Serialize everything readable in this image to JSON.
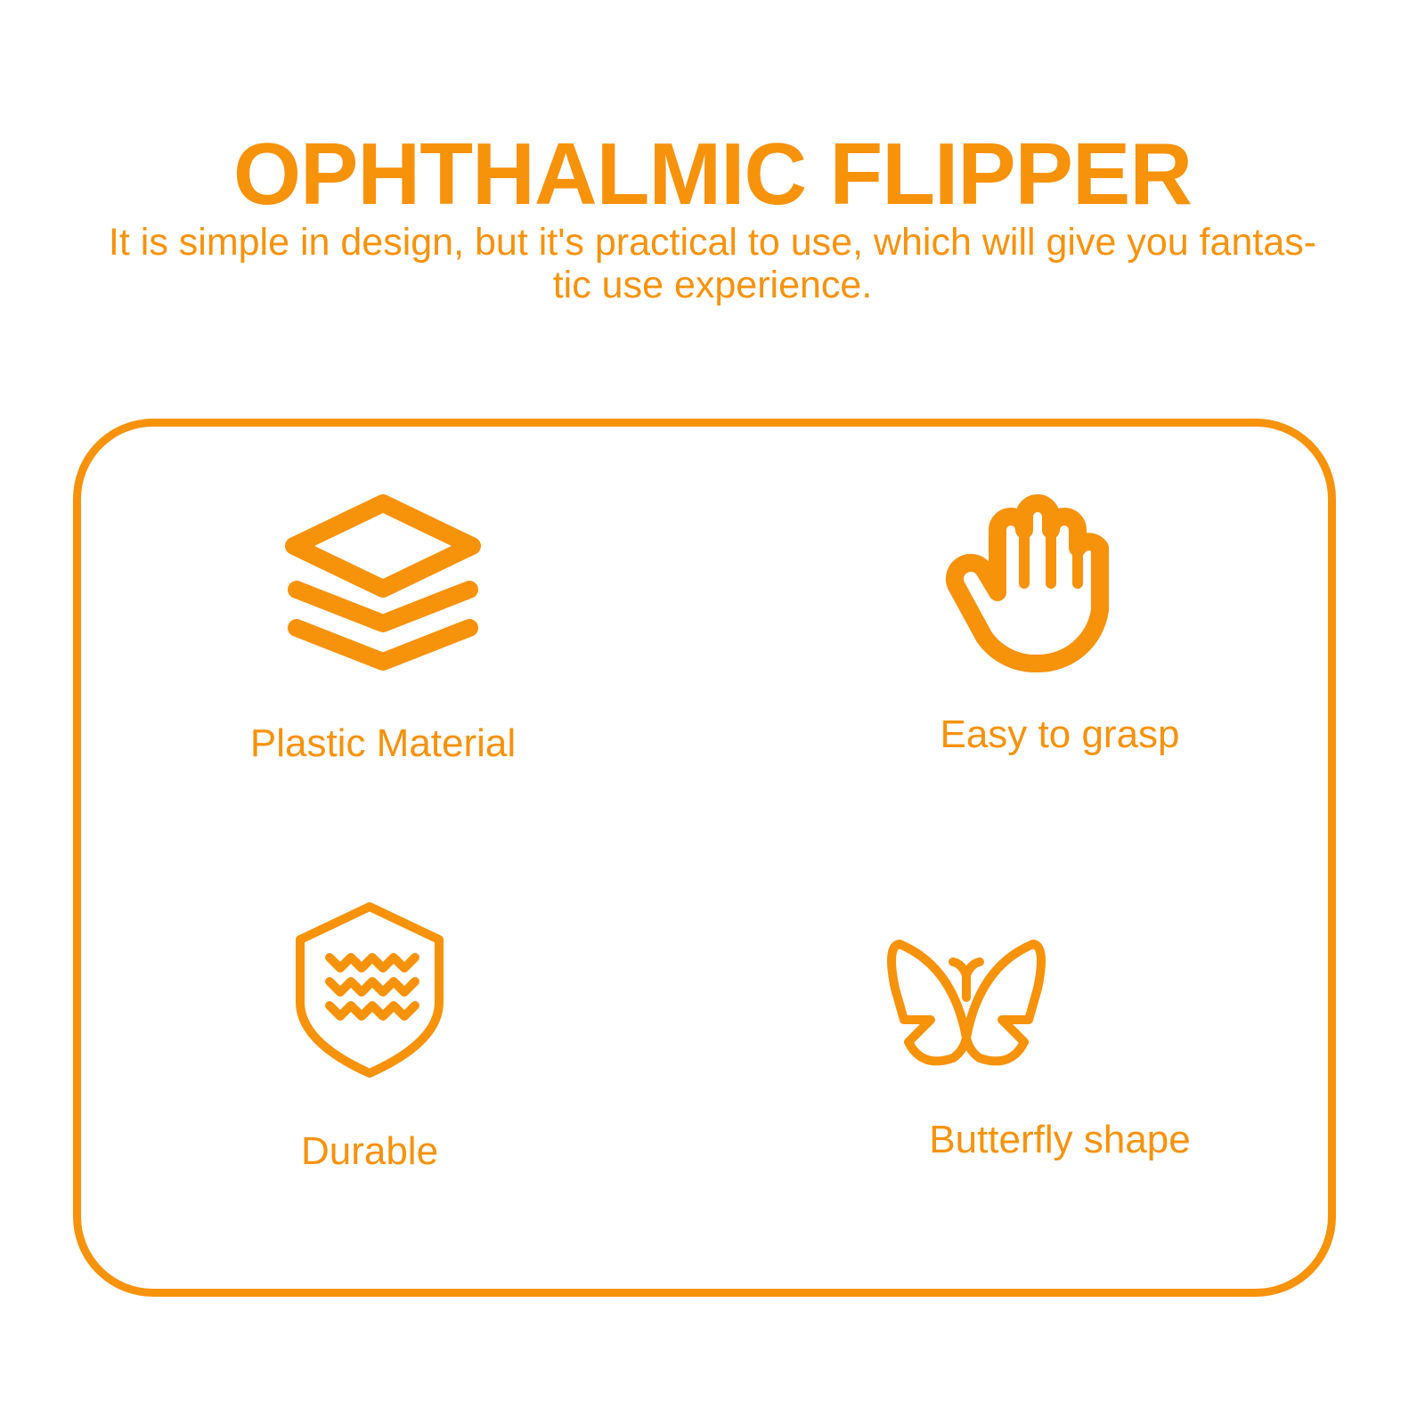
{
  "header": {
    "title": "OPHTHALMIC FLIPPER",
    "subtitle": "It is simple in design, but it's practical to use, which will give you fantas-\ntic use experience."
  },
  "theme": {
    "accent": "#f7920b",
    "background": "#ffffff"
  },
  "features": [
    {
      "icon": "layers-icon",
      "label": "Plastic Material"
    },
    {
      "icon": "hand-icon",
      "label": "Easy to grasp"
    },
    {
      "icon": "shield-waves-icon",
      "label": "Durable"
    },
    {
      "icon": "butterfly-icon",
      "label": "Butterfly shape"
    }
  ]
}
